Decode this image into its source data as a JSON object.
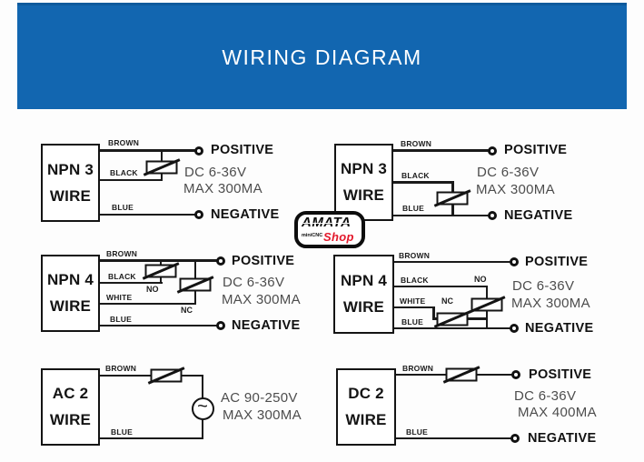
{
  "header": {
    "title": "WIRING DIAGRAM"
  },
  "colors": {
    "banner_blue": "#1266b0",
    "wire_black": "#1a1a1a",
    "spec_gray": "#4d4d4d",
    "logo_red": "#e3192c"
  },
  "watermark": {
    "brand": "AMATA",
    "sub_brand": "miniCNC",
    "shop": "Shop"
  },
  "diagrams": [
    {
      "box_line1": "NPN 3",
      "box_line2": "WIRE",
      "wire_brown": "BROWN",
      "wire_black": "BLACK",
      "wire_blue": "BLUE",
      "terminal_positive": "POSITIVE",
      "terminal_negative": "NEGATIVE",
      "spec_line1": "DC 6-36V",
      "spec_line2": "MAX 300MA"
    },
    {
      "box_line1": "NPN 3",
      "box_line2": "WIRE",
      "wire_brown": "BROWN",
      "wire_black": "BLACK",
      "wire_blue": "BLUE",
      "terminal_positive": "POSITIVE",
      "terminal_negative": "NEGATIVE",
      "spec_line1": "DC 6-36V",
      "spec_line2": "MAX 300MA"
    },
    {
      "box_line1": "NPN 4",
      "box_line2": "WIRE",
      "wire_brown": "BROWN",
      "wire_black": "BLACK",
      "wire_white": "WHITE",
      "wire_blue": "BLUE",
      "label_no": "NO",
      "label_nc": "NC",
      "terminal_positive": "POSITIVE",
      "terminal_negative": "NEGATIVE",
      "spec_line1": "DC 6-36V",
      "spec_line2": "MAX 300MA"
    },
    {
      "box_line1": "NPN 4",
      "box_line2": "WIRE",
      "wire_brown": "BROWN",
      "wire_black": "BLACK",
      "wire_white": "WHITE",
      "wire_blue": "BLUE",
      "label_no": "NO",
      "label_nc": "NC",
      "terminal_positive": "POSITIVE",
      "terminal_negative": "NEGATIVE",
      "spec_line1": "DC 6-36V",
      "spec_line2": "MAX 300MA"
    },
    {
      "box_line1": "AC 2",
      "box_line2": "WIRE",
      "wire_brown": "BROWN",
      "wire_blue": "BLUE",
      "ac_symbol": "~",
      "spec_line1": "AC 90-250V",
      "spec_line2": "MAX 300MA"
    },
    {
      "box_line1": "DC 2",
      "box_line2": "WIRE",
      "wire_brown": "BROWN",
      "wire_blue": "BLUE",
      "terminal_positive": "POSITIVE",
      "terminal_negative": "NEGATIVE",
      "spec_line1": "DC 6-36V",
      "spec_line2": "MAX 400MA"
    }
  ]
}
